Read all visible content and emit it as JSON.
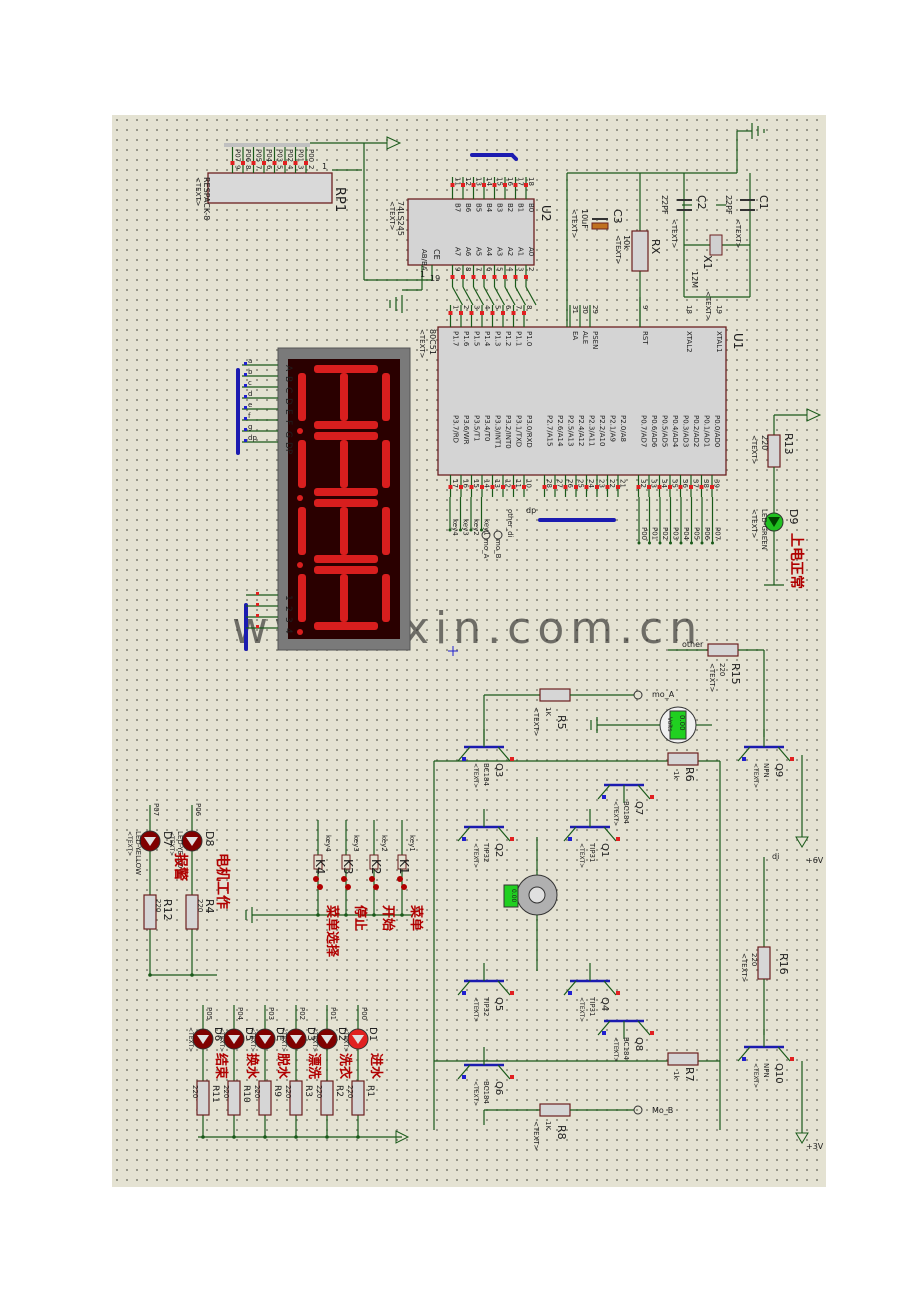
{
  "watermark": "www.zxin.com.cn",
  "display": {
    "segment_pins": [
      "A",
      "B",
      "C",
      "D",
      "E",
      "F",
      "G",
      "DP"
    ],
    "digit_pins": [
      "1",
      "2",
      "3",
      "4"
    ],
    "bus_labels": [
      "a",
      "b",
      "c",
      "d",
      "e",
      "f",
      "g",
      "dp"
    ]
  },
  "mcu": {
    "ref": "U1",
    "part": "80C51",
    "text": "<TEXT>",
    "pins_p1": [
      "P1.0",
      "P1.1",
      "P1.2",
      "P1.3",
      "P1.4",
      "P1.5",
      "P1.6",
      "P1.7"
    ],
    "pins_ctrl": [
      "PSEN",
      "ALE",
      "EA"
    ],
    "rst": "RST",
    "xtal2": "XTAL2",
    "xtal1": "XTAL1",
    "pins_p3": [
      "P3.0/RXD",
      "P3.1/TXD",
      "P3.2/INT0",
      "P3.3/INT1",
      "P3.4/T0",
      "P3.5/T1",
      "P3.6/WR",
      "P3.7/RD"
    ],
    "pins_p2": [
      "P2.0/A8",
      "P2.1/A9",
      "P2.2/A10",
      "P2.3/A11",
      "P2.4/A12",
      "P2.5/A13",
      "P2.6/A14",
      "P2.7/A15"
    ],
    "pins_p0": [
      "P0.0/AD0",
      "P0.1/AD1",
      "P0.2/AD2",
      "P0.3/AD3",
      "P0.4/AD4",
      "P0.5/AD5",
      "P0.6/AD6",
      "P0.7/AD7"
    ],
    "pin_nums_top": [
      "8",
      "7",
      "6",
      "5",
      "4",
      "3",
      "2",
      "1",
      "31",
      "30",
      "29",
      "9",
      "18",
      "19"
    ],
    "pin_nums_bottom": [
      "17",
      "16",
      "15",
      "14",
      "13",
      "12",
      "11",
      "10",
      "28",
      "27",
      "26",
      "25",
      "24",
      "23",
      "22",
      "21",
      "32",
      "33",
      "34",
      "35",
      "36",
      "37",
      "38",
      "39"
    ]
  },
  "buffer": {
    "ref": "U2",
    "part": "74LS245",
    "text": "<TEXT>",
    "b_pins": [
      "B0",
      "B1",
      "B2",
      "B3",
      "B4",
      "B5",
      "B6",
      "B7"
    ],
    "a_pins": [
      "A0",
      "A1",
      "A2",
      "A3",
      "A4",
      "A5",
      "A6",
      "A7"
    ],
    "ce": "CE",
    "ab": "AB/BA",
    "pin_nums_top": [
      "18",
      "17",
      "16",
      "15",
      "14",
      "13",
      "12",
      "11"
    ],
    "pin_nums_bottom": [
      "2",
      "3",
      "4",
      "5",
      "6",
      "7",
      "8",
      "9"
    ],
    "ce_pin": "19",
    "ab_pin": "1"
  },
  "respack": {
    "ref": "RP1",
    "part": "RESPACK-8",
    "text": "<TEXT>",
    "pins": [
      "P00",
      "P01",
      "P02",
      "P03",
      "P04",
      "P05",
      "P06",
      "P07"
    ],
    "pin_nums": [
      "2",
      "3",
      "4",
      "5",
      "6",
      "7",
      "8",
      "9"
    ],
    "common": "1"
  },
  "components": {
    "c3": {
      "ref": "C3",
      "val": "10uF",
      "text": "<TEXT>"
    },
    "c2": {
      "ref": "C2",
      "val": "22PF",
      "text": "<TEXT>"
    },
    "c1": {
      "ref": "C1",
      "val": "22PF",
      "text": "<TEXT>"
    },
    "rx": {
      "ref": "RX",
      "val": "10k",
      "text": "<TEXT>"
    },
    "x1": {
      "ref": "X1",
      "val": "12M",
      "text": "<TEXT>"
    },
    "r13": {
      "ref": "R13",
      "val": "220",
      "text": "<TEXT>"
    },
    "d9": {
      "ref": "D9",
      "part": "LED-GREEN",
      "text": "<TEXT>",
      "cn": "上电正常"
    },
    "r15": {
      "ref": "R15",
      "val": "220",
      "text": "<TEXT>"
    },
    "r5": {
      "ref": "R5",
      "val": "1K",
      "text": "<TEXT>"
    },
    "r6": {
      "ref": "R6",
      "val": "1k",
      "text": "<TEXT>"
    },
    "r7": {
      "ref": "R7",
      "val": "1k",
      "text": "<TEXT>"
    },
    "r8": {
      "ref": "R8",
      "val": "1K",
      "text": "<TEXT>"
    },
    "r16": {
      "ref": "R16",
      "val": "220",
      "text": "<TEXT>"
    },
    "q9": {
      "ref": "Q9",
      "part": "NPN",
      "text": "<TEXT>"
    },
    "q10": {
      "ref": "Q10",
      "part": "NPN",
      "text": "<TEXT>"
    },
    "q3": {
      "ref": "Q3",
      "part": "BC184",
      "text": "<TEXT>"
    },
    "q7": {
      "ref": "Q7",
      "part": "BC184",
      "text": "<TEXT>"
    },
    "q8": {
      "ref": "Q8",
      "part": "BC184",
      "text": "<TEXT>"
    },
    "q6": {
      "ref": "Q6",
      "part": "BC184",
      "text": "<TEXT>"
    },
    "q2": {
      "ref": "Q2",
      "part": "TIP32",
      "text": "<TEXT>"
    },
    "q5": {
      "ref": "Q5",
      "part": "TIP32",
      "text": "<TEXT>"
    },
    "q1": {
      "ref": "Q1",
      "part": "TIP31",
      "text": "<TEXT>"
    },
    "q4": {
      "ref": "Q4",
      "part": "TIP31",
      "text": "<TEXT>"
    },
    "meter_top": "0.00",
    "meter_unit": "Volts",
    "motor_value": "0.00"
  },
  "supplies": {
    "plus6": "+6V",
    "plus3": "+3V"
  },
  "nets": {
    "other": "other",
    "di": "di",
    "mo_a": "mo_A",
    "mo_b": "Mo_B",
    "dp": "dp",
    "other_di": "other_di",
    "mo_b_left": "mo_B",
    "mo_a_left": "mo_A"
  },
  "keys": [
    {
      "ref": "K1",
      "net": "key1",
      "cn": "菜单"
    },
    {
      "ref": "K2",
      "net": "key2",
      "cn": "开始"
    },
    {
      "ref": "K3",
      "net": "key3",
      "cn": "停止"
    },
    {
      "ref": "K4",
      "net": "key4",
      "cn": "菜单选择"
    }
  ],
  "mcu_key_nets": [
    "key4",
    "key3",
    "key2",
    "key1"
  ],
  "p0_nets": [
    "P00",
    "P01",
    "P02",
    "P03",
    "P04",
    "P05",
    "P06",
    "P07"
  ],
  "leds_yellow": [
    {
      "ref": "D8",
      "net": "P06",
      "part": "LED-YELLOW",
      "res": "R4",
      "val": "220",
      "cn": "电机工作",
      "text": "<TEXT>"
    },
    {
      "ref": "D7",
      "net": "P07",
      "part": "LED-YELLOW",
      "res": "R12",
      "val": "220",
      "cn": "报警",
      "text": "<TEXT>"
    }
  ],
  "leds_red": [
    {
      "ref": "D1",
      "net": "P00",
      "res": "R1",
      "val": "220",
      "cn": "进水",
      "text": "<TEXT>"
    },
    {
      "ref": "D2",
      "net": "P01",
      "res": "R2",
      "val": "220",
      "cn": "洗衣",
      "text": "<TEXT>"
    },
    {
      "ref": "D3",
      "net": "P02",
      "res": "R3",
      "val": "220",
      "cn": "漂洗",
      "text": "<TEXT>"
    },
    {
      "ref": "DE",
      "net": "P03",
      "res": "R9",
      "val": "220",
      "cn": "脱水",
      "text": "<TEXT>"
    },
    {
      "ref": "D5",
      "net": "P04",
      "res": "R10",
      "val": "220",
      "cn": "换水",
      "text": "<TEXT>"
    },
    {
      "ref": "D6",
      "net": "P05",
      "res": "R11",
      "val": "220",
      "cn": "结束",
      "text": "<TEXT>"
    }
  ]
}
